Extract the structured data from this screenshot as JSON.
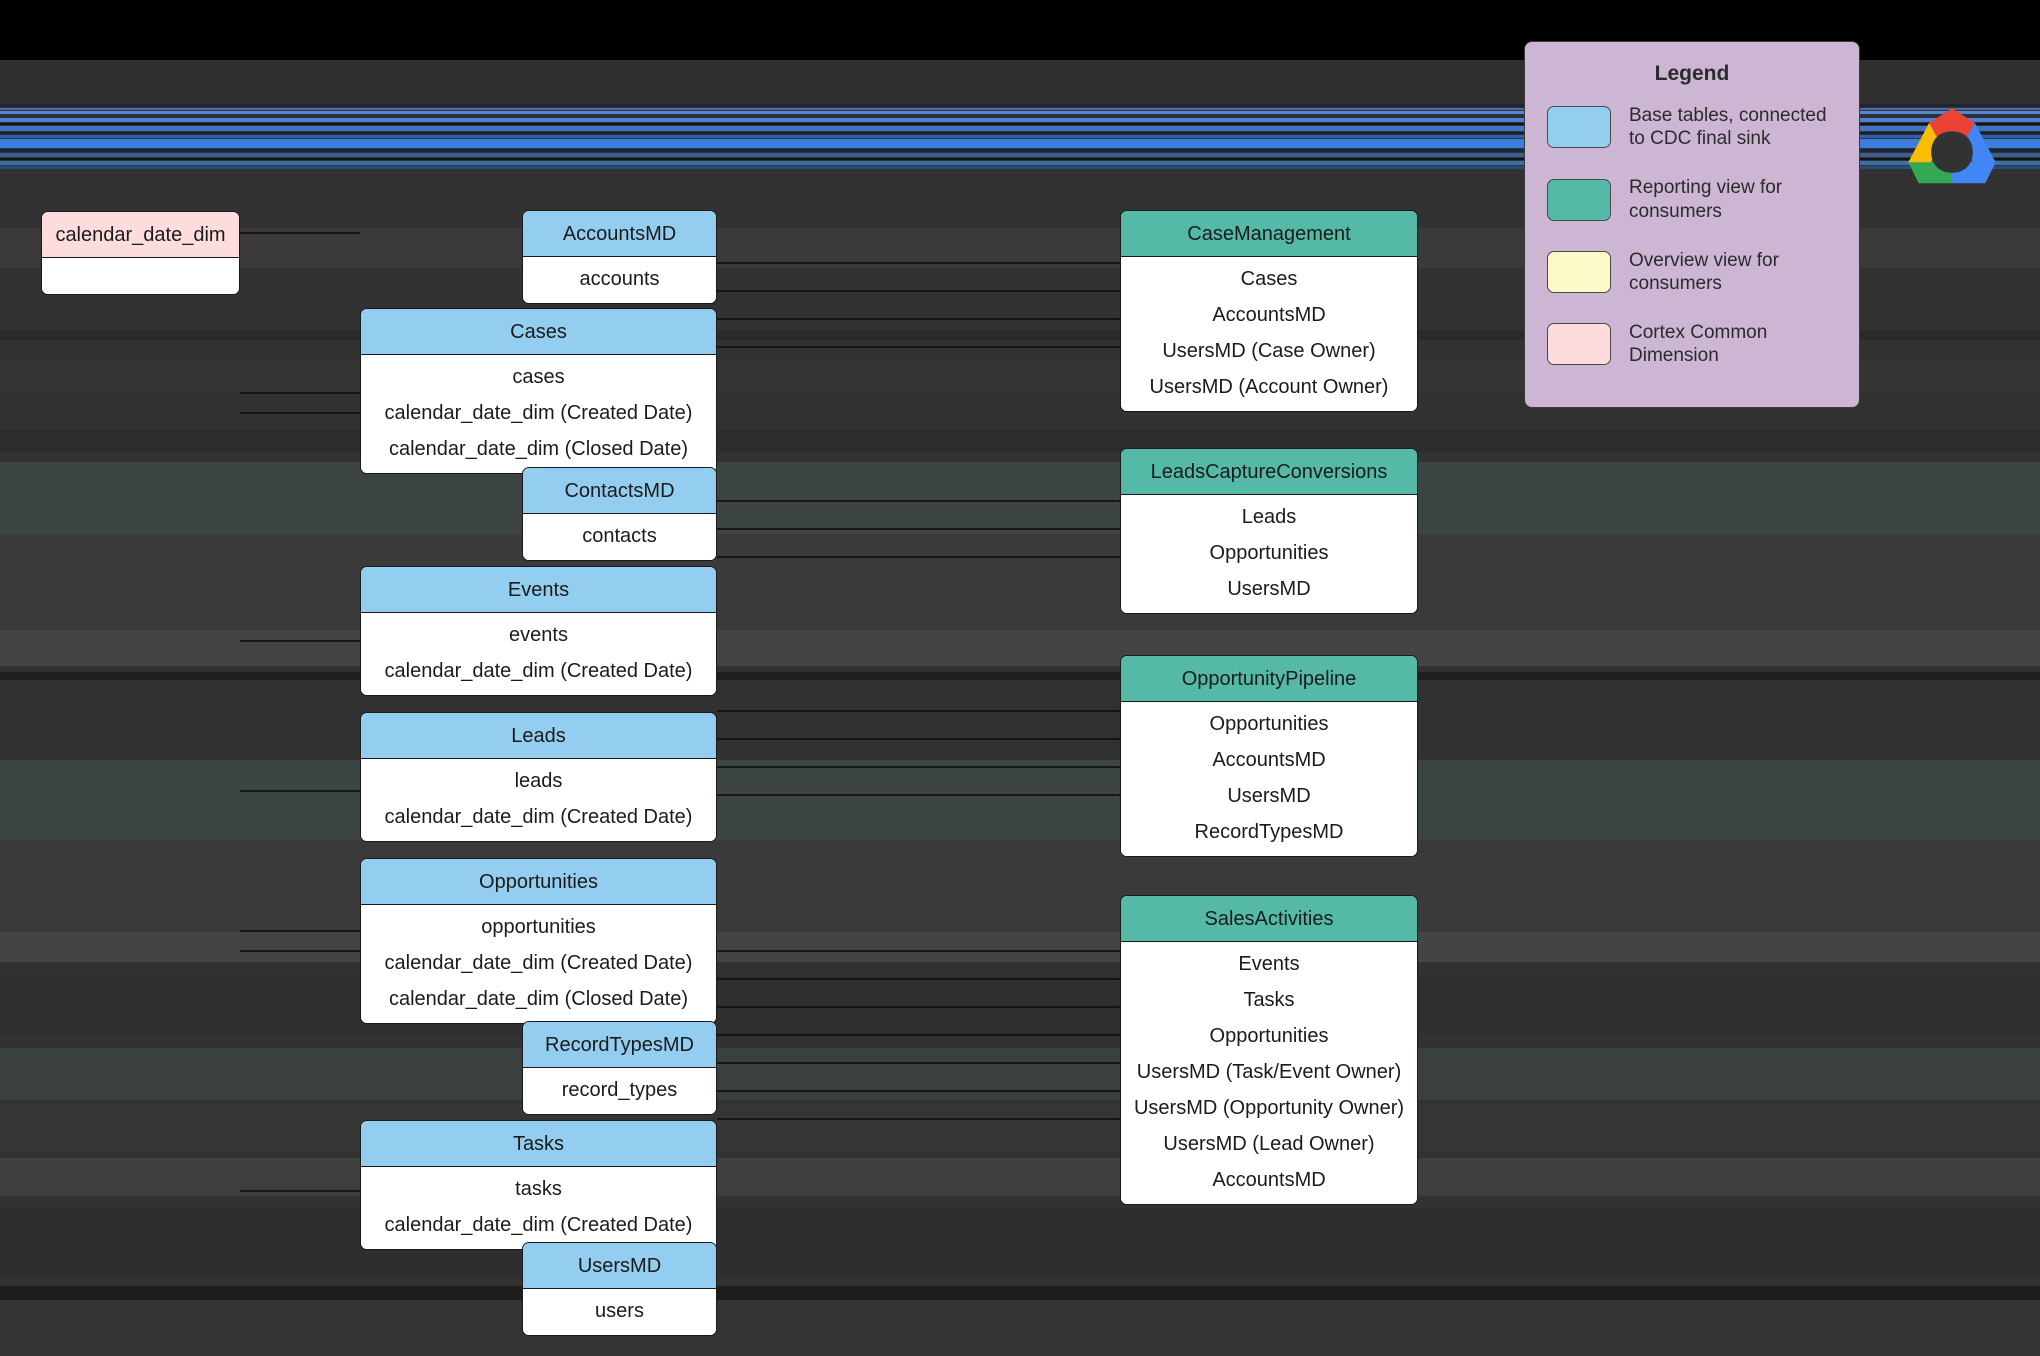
{
  "theme": {
    "background": "#323232",
    "top_bar": "#000000",
    "base_table_color": "#93cdf0",
    "reporting_view_color": "#55b9a7",
    "overview_view_color": "#faf9c8",
    "cortex_dimension_color": "#fcdcdc",
    "legend_panel_color": "#ccb6d4",
    "stripe_accent": "#3b7ddd"
  },
  "legend": {
    "title": "Legend",
    "items": [
      {
        "swatch": "#93cdf0",
        "label": "Base tables, connected to CDC final sink"
      },
      {
        "swatch": "#55b9a7",
        "label": "Reporting view for consumers"
      },
      {
        "swatch": "#faf9c8",
        "label": "Overview view for consumers"
      },
      {
        "swatch": "#fcdcdc",
        "label": "Cortex Common Dimension"
      }
    ]
  },
  "logo": {
    "name": "google-cloud-logo",
    "colors": [
      "#ea4335",
      "#4285f4",
      "#fbbc04",
      "#34a853"
    ]
  },
  "nodes": {
    "calendar_date_dim": {
      "title": "calendar_date_dim",
      "kind": "dim",
      "rows": []
    },
    "accounts_md": {
      "title": "AccountsMD",
      "kind": "base",
      "rows": [
        "accounts"
      ]
    },
    "cases": {
      "title": "Cases",
      "kind": "base",
      "rows": [
        "cases",
        "calendar_date_dim (Created Date)",
        "calendar_date_dim (Closed Date)"
      ]
    },
    "contacts_md": {
      "title": "ContactsMD",
      "kind": "base",
      "rows": [
        "contacts"
      ]
    },
    "events": {
      "title": "Events",
      "kind": "base",
      "rows": [
        "events",
        "calendar_date_dim (Created Date)"
      ]
    },
    "leads": {
      "title": "Leads",
      "kind": "base",
      "rows": [
        "leads",
        "calendar_date_dim (Created Date)"
      ]
    },
    "opportunities": {
      "title": "Opportunities",
      "kind": "base",
      "rows": [
        "opportunities",
        "calendar_date_dim (Created Date)",
        "calendar_date_dim (Closed Date)"
      ]
    },
    "record_types_md": {
      "title": "RecordTypesMD",
      "kind": "base",
      "rows": [
        "record_types"
      ]
    },
    "tasks": {
      "title": "Tasks",
      "kind": "base",
      "rows": [
        "tasks",
        "calendar_date_dim (Created Date)"
      ]
    },
    "users_md": {
      "title": "UsersMD",
      "kind": "base",
      "rows": [
        "users"
      ]
    },
    "case_management": {
      "title": "CaseManagement",
      "kind": "view",
      "rows": [
        "Cases",
        "AccountsMD",
        "UsersMD (Case Owner)",
        "UsersMD (Account Owner)"
      ]
    },
    "leads_capture": {
      "title": "LeadsCaptureConversions",
      "kind": "view",
      "rows": [
        "Leads",
        "Opportunities",
        "UsersMD"
      ]
    },
    "opportunity_pipeline": {
      "title": "OpportunityPipeline",
      "kind": "view",
      "rows": [
        "Opportunities",
        "AccountsMD",
        "UsersMD",
        "RecordTypesMD"
      ]
    },
    "sales_activities": {
      "title": "SalesActivities",
      "kind": "view",
      "rows": [
        "Events",
        "Tasks",
        "Opportunities",
        "UsersMD (Task/Event Owner)",
        "UsersMD (Opportunity Owner)",
        "UsersMD (Lead Owner)",
        "AccountsMD"
      ]
    }
  }
}
